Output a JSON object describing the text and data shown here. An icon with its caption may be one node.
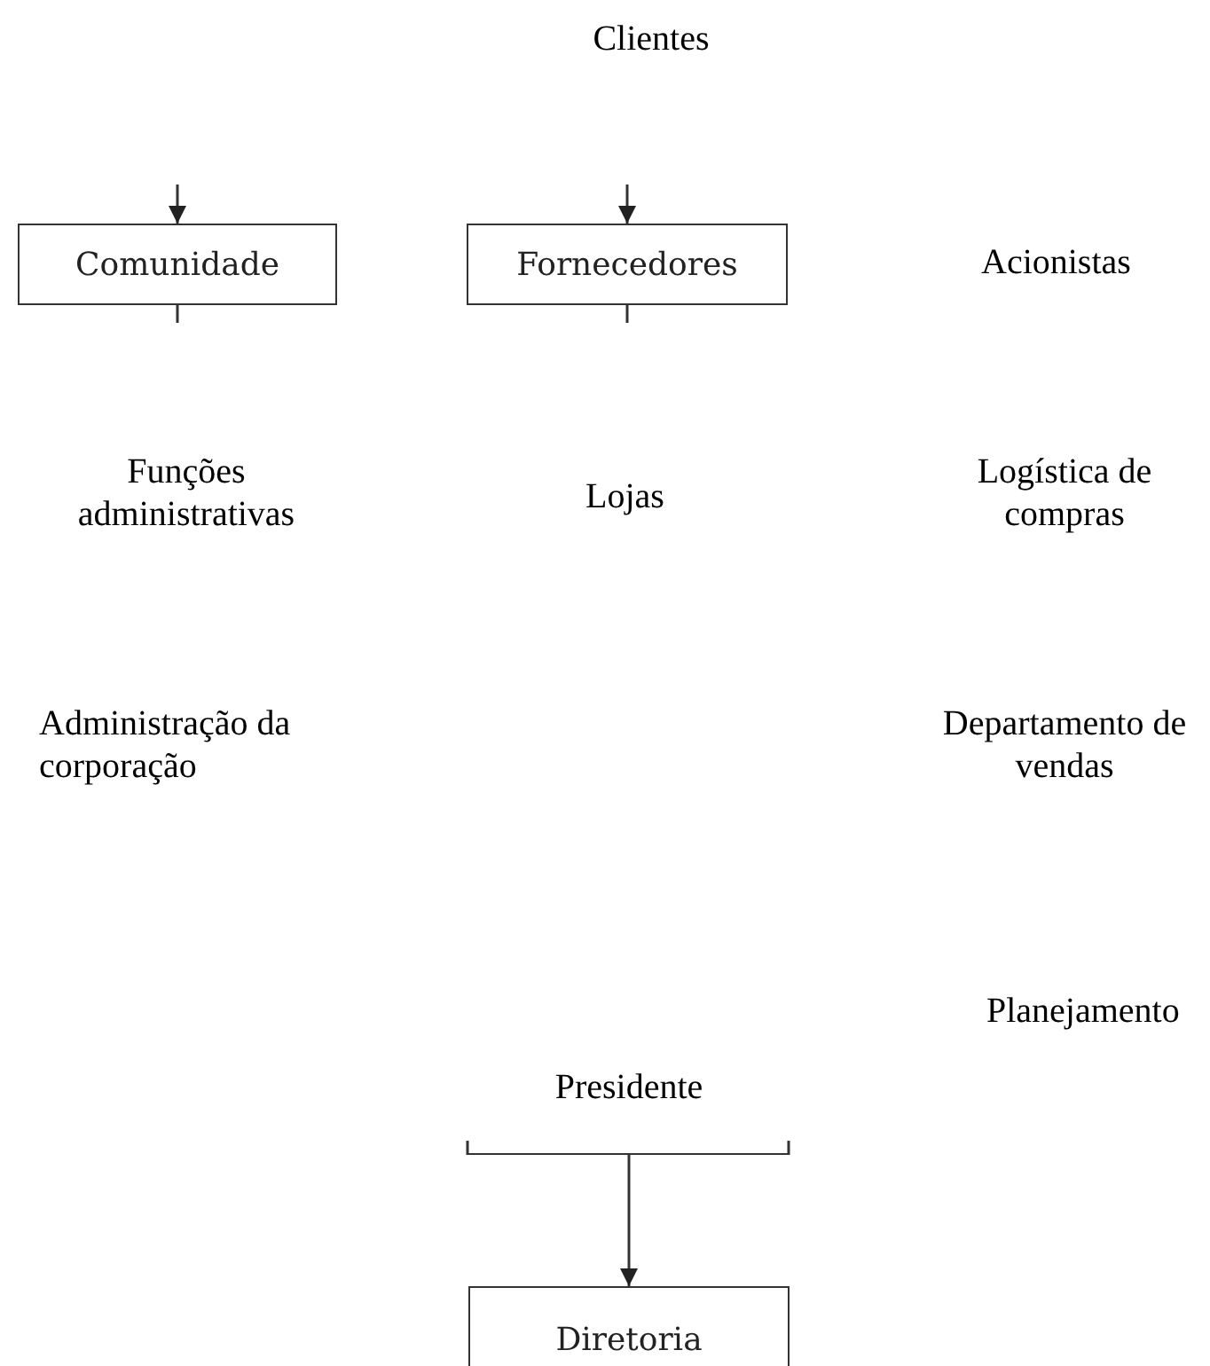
{
  "diagram": {
    "nodes": [
      {
        "text": [
          "Comunidade"
        ]
      },
      {
        "text": [
          "Fornecedores"
        ]
      },
      {
        "text": [
          "Presidente"
        ]
      },
      {
        "text": [
          "Diretoria"
        ]
      }
    ],
    "edges": [
      {
        "from": null,
        "to": 0,
        "arrow": "to"
      },
      {
        "from": null,
        "to": 1,
        "arrow": "to"
      },
      {
        "from": 0,
        "to": null,
        "arrow": "none"
      },
      {
        "from": 1,
        "to": null,
        "arrow": "none"
      },
      {
        "from": 2,
        "to": 3,
        "arrow": "to"
      }
    ],
    "labels": [
      "Clientes",
      "Acionistas",
      "Funções administrativas",
      "Lojas",
      "Logística de compras",
      "Administração da corporação",
      "Departamento de vendas",
      "Planejamento"
    ]
  }
}
